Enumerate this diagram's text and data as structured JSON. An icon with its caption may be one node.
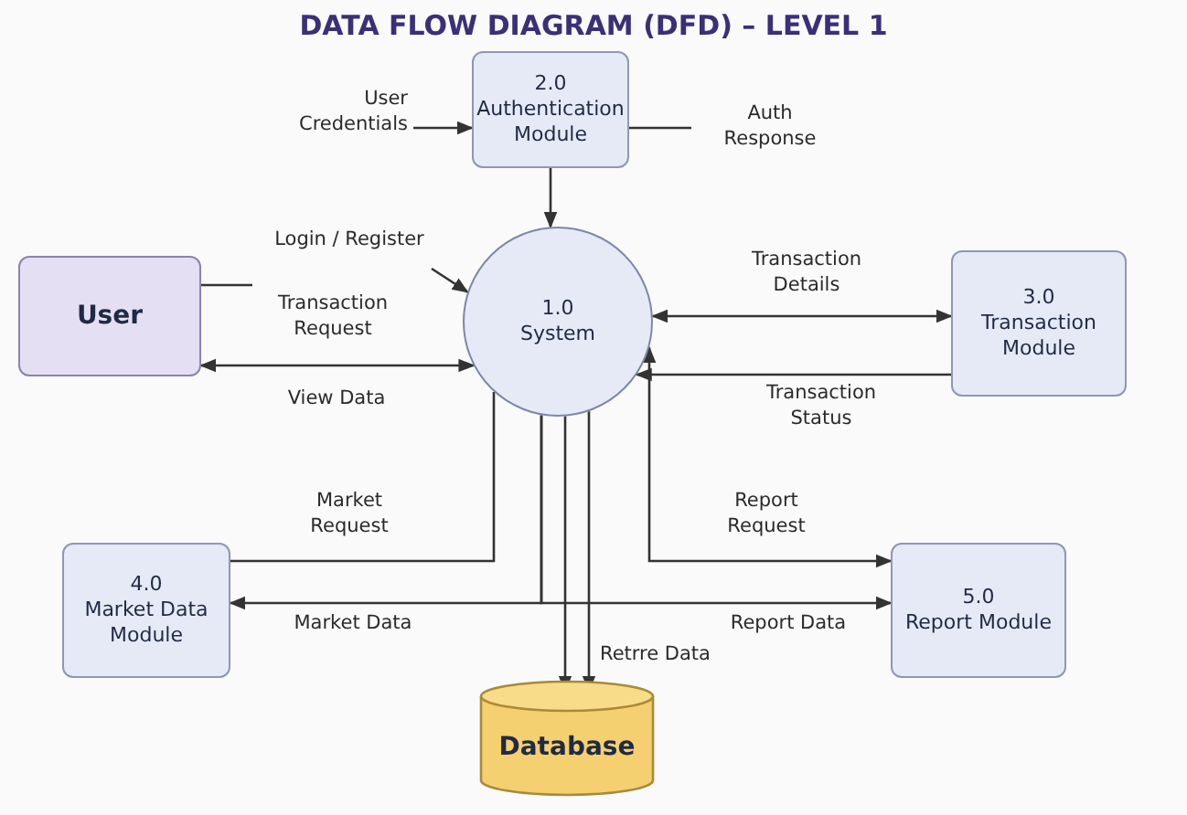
{
  "diagram": {
    "title": "DATA FLOW DIAGRAM (DFD) – LEVEL 1",
    "nodes": [
      {
        "text": [
          "User"
        ]
      },
      {
        "text": [
          "2.0",
          "Authentication Module"
        ]
      },
      {
        "text": [
          "1.0",
          "System"
        ]
      },
      {
        "text": [
          "3.0",
          "Transaction Module"
        ]
      },
      {
        "text": [
          "4.0",
          "Market Data Module"
        ]
      },
      {
        "text": [
          "5.0",
          "Report Module"
        ]
      },
      {
        "text": [
          "Database"
        ]
      }
    ],
    "edges": [
      {
        "from": null,
        "to": 1,
        "arrow": "to",
        "label": "User Credentials"
      },
      {
        "from": 1,
        "to": null,
        "arrow": "none",
        "label": "Auth Response"
      },
      {
        "from": 1,
        "to": 2,
        "arrow": "to"
      },
      {
        "from": null,
        "to": 2,
        "arrow": "to",
        "label": "Login / Register"
      },
      {
        "from": 0,
        "to": null,
        "arrow": "none",
        "label": "Transaction Request"
      },
      {
        "from": 0,
        "to": 2,
        "arrow": "both",
        "label": "View Data"
      },
      {
        "from": 2,
        "to": 3,
        "arrow": "both",
        "label": "Transaction Details"
      },
      {
        "from": 3,
        "to": 2,
        "arrow": "to",
        "label": "Transaction Status"
      },
      {
        "from": 2,
        "to": 4,
        "arrow": "none",
        "label": "Market Request"
      },
      {
        "from": 2,
        "to": 4,
        "arrow": "to",
        "label": "Market Data"
      },
      {
        "from": 2,
        "to": 5,
        "arrow": "to",
        "label": "Report Data"
      },
      {
        "from": 2,
        "to": 5,
        "arrow": "both",
        "label": "Report Request"
      },
      {
        "from": 2,
        "to": 6,
        "arrow": "to"
      },
      {
        "from": 2,
        "to": 6,
        "arrow": "to",
        "label": "Retrre Data"
      }
    ]
  }
}
